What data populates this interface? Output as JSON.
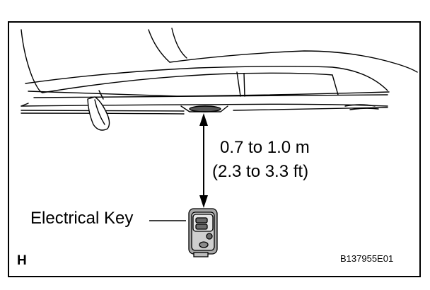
{
  "distance": {
    "metric": "0.7 to 1.0 m",
    "imperial": "(2.3 to 3.3 ft)"
  },
  "key_label": "Electrical Key",
  "corner_letter": "H",
  "figure_code": "B137955E01",
  "icons": [
    "car-side-view-icon",
    "electrical-key-fob-icon",
    "double-arrow-icon"
  ]
}
